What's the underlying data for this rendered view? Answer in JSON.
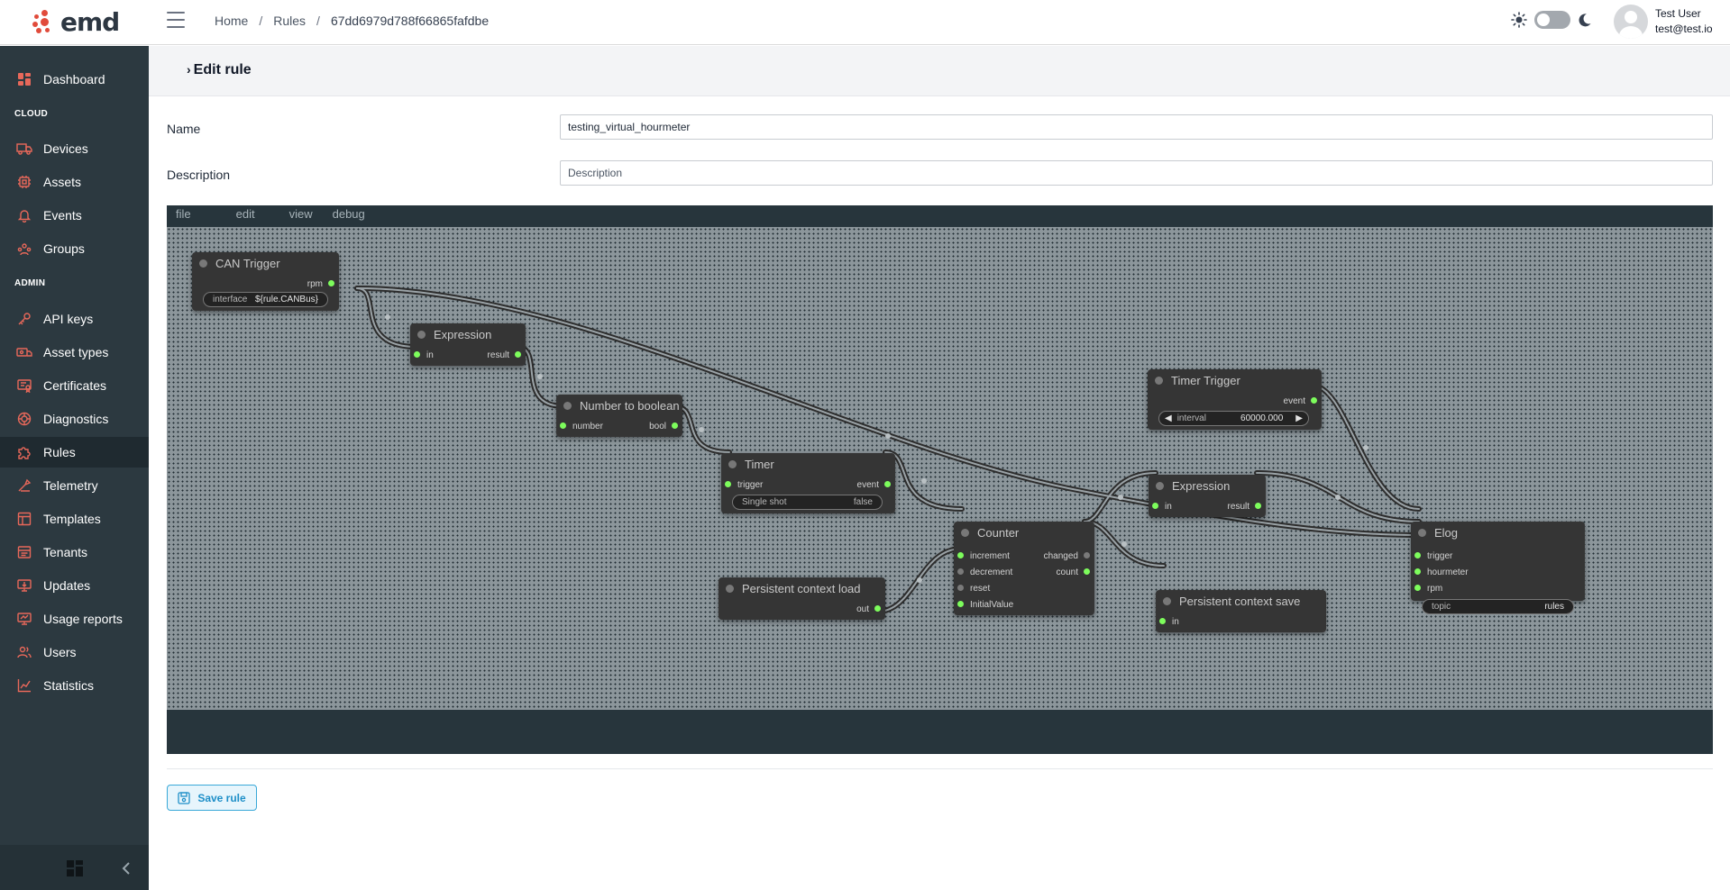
{
  "brand": {
    "name": "emd",
    "color": "#e14b3b"
  },
  "breadcrumb": {
    "home": "Home",
    "sep1": "/",
    "rules": "Rules",
    "sep2": "/",
    "id": "67dd6979d788f66865fafdbe"
  },
  "user": {
    "name": "Test User",
    "email": "test@test.io"
  },
  "sidebar": {
    "dashboard": "Dashboard",
    "cloud_section": "CLOUD",
    "admin_section": "ADMIN",
    "items": [
      {
        "label": "Devices",
        "icon": "truck-icon"
      },
      {
        "label": "Assets",
        "icon": "chip-icon"
      },
      {
        "label": "Events",
        "icon": "bell-icon"
      },
      {
        "label": "Groups",
        "icon": "group-icon"
      },
      {
        "label": "API keys",
        "icon": "key-icon"
      },
      {
        "label": "Asset types",
        "icon": "asset-type-icon"
      },
      {
        "label": "Certificates",
        "icon": "certificate-icon"
      },
      {
        "label": "Diagnostics",
        "icon": "diagnostics-icon"
      },
      {
        "label": "Rules",
        "icon": "puzzle-icon"
      },
      {
        "label": "Telemetry",
        "icon": "telemetry-icon"
      },
      {
        "label": "Templates",
        "icon": "templates-icon"
      },
      {
        "label": "Tenants",
        "icon": "tenants-icon"
      },
      {
        "label": "Updates",
        "icon": "updates-icon"
      },
      {
        "label": "Usage reports",
        "icon": "report-icon"
      },
      {
        "label": "Users",
        "icon": "users-icon"
      },
      {
        "label": "Statistics",
        "icon": "statistics-icon"
      }
    ],
    "active": "Rules"
  },
  "page": {
    "title": "Edit rule",
    "name_label": "Name",
    "name_value": "testing_virtual_hourmeter",
    "description_label": "Description",
    "description_placeholder": "Description",
    "save_label": "Save rule"
  },
  "editor": {
    "menu": [
      "file",
      "edit",
      "view",
      "debug"
    ],
    "port_color": "#7dfc5c",
    "nodes": {
      "can_trigger": {
        "title": "CAN Trigger",
        "out_rpm": "rpm",
        "widget_label": "interface",
        "widget_value": "${rule.CANBus}"
      },
      "expression1": {
        "title": "Expression",
        "in": "in",
        "out": "result"
      },
      "num2bool": {
        "title": "Number to boolean",
        "in": "number",
        "out": "bool"
      },
      "timer": {
        "title": "Timer",
        "in": "trigger",
        "out": "event",
        "widget_label": "Single shot",
        "widget_value": "false"
      },
      "counter": {
        "title": "Counter",
        "in1": "increment",
        "in2": "decrement",
        "in3": "reset",
        "in4": "InitialValue",
        "out1": "changed",
        "out2": "count"
      },
      "pcl": {
        "title": "Persistent context load",
        "out": "out"
      },
      "timer_trigger": {
        "title": "Timer Trigger",
        "out": "event",
        "widget_label": "interval",
        "widget_value": "60000.000"
      },
      "expression2": {
        "title": "Expression",
        "in": "in",
        "out": "result"
      },
      "pcs": {
        "title": "Persistent context save",
        "in": "in"
      },
      "elog": {
        "title": "Elog",
        "in1": "trigger",
        "in2": "hourmeter",
        "in3": "rpm",
        "widget_label": "topic",
        "widget_value": "rules"
      }
    }
  }
}
